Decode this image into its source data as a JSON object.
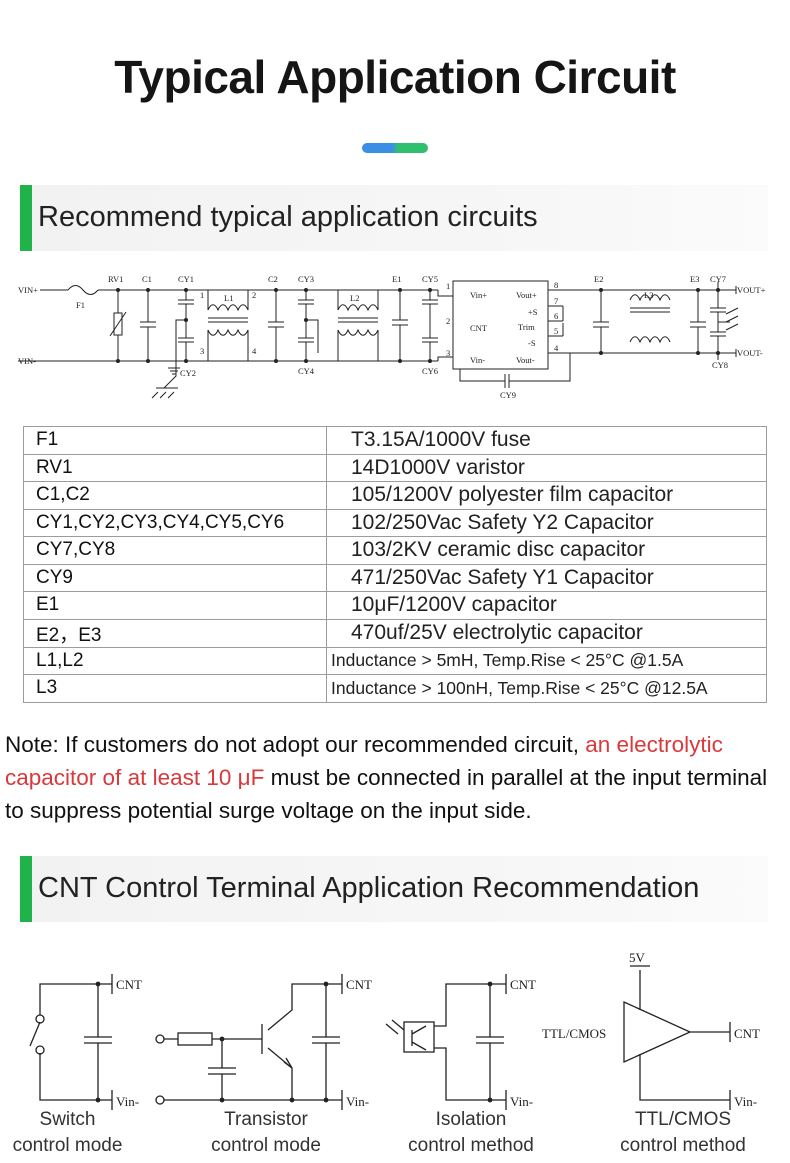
{
  "title": "Typical Application Circuit",
  "section1": {
    "heading": "Recommend typical application circuits"
  },
  "circuit": {
    "labels": {
      "vin_plus": "VIN+",
      "vin_minus": "VIN-",
      "f1": "F1",
      "rv1": "RV1",
      "c1": "C1",
      "c2": "C2",
      "cy1": "CY1",
      "cy2": "CY2",
      "cy3": "CY3",
      "cy4": "CY4",
      "cy5": "CY5",
      "cy6": "CY6",
      "cy7": "CY7",
      "cy8": "CY8",
      "cy9": "CY9",
      "e1": "E1",
      "e2": "E2",
      "e3": "E3",
      "l1": "L1",
      "l2": "L2",
      "l3": "L3",
      "pin_vin_plus": "Vin+",
      "pin_cnt": "CNT",
      "pin_vin_minus": "Vin-",
      "pin_vout_plus": "Vout+",
      "pin_s_plus": "+S",
      "pin_trim": "Trim",
      "pin_s_minus": "-S",
      "pin_vout_minus": "Vout-",
      "vout_plus": "VOUT+",
      "vout_minus": "VOUT-",
      "n1": "1",
      "n2": "2",
      "n3": "3",
      "n4": "4",
      "n5": "5",
      "n6": "6",
      "n7": "7",
      "n8": "8",
      "l1_p1": "1",
      "l1_p2": "2",
      "l1_p3": "3",
      "l1_p4": "4"
    }
  },
  "bom": [
    {
      "ref": "F1",
      "desc": "T3.15A/1000V fuse"
    },
    {
      "ref": "RV1",
      "desc": "14D1000V varistor"
    },
    {
      "ref": "C1,C2",
      "desc": "105/1200V polyester film capacitor"
    },
    {
      "ref": "CY1,CY2,CY3,CY4,CY5,CY6",
      "desc": "102/250Vac Safety Y2 Capacitor"
    },
    {
      "ref": "CY7,CY8",
      "desc": "103/2KV ceramic disc capacitor"
    },
    {
      "ref": "CY9",
      "desc": "471/250Vac Safety Y1 Capacitor"
    },
    {
      "ref": "E1",
      "desc": "10μF/1200V capacitor"
    },
    {
      "ref": "E2，E3",
      "desc": "470uf/25V electrolytic capacitor"
    },
    {
      "ref": "L1,L2",
      "desc": "Inductance > 5mH, Temp.Rise < 25°C @1.5A"
    },
    {
      "ref": "L3",
      "desc": "Inductance > 100nH, Temp.Rise < 25°C @12.5A"
    }
  ],
  "note": {
    "prefix": "Note: If customers do not adopt our recommended circuit, ",
    "highlight": "an electrolytic capacitor of at least 10 μF",
    "suffix": " must be connected in parallel at the input terminal to suppress potential surge voltage on the input side.",
    "highlight_color": "#d9393b"
  },
  "section2": {
    "heading": "CNT Control Terminal Application Recommendation"
  },
  "cnt": {
    "cnt": "CNT",
    "vin_minus": "Vin-",
    "v5": "5V",
    "ttl": "TTL/CMOS",
    "captions": [
      {
        "line1": "Switch",
        "line2": "control mode"
      },
      {
        "line1": "Transistor",
        "line2": "control mode"
      },
      {
        "line1": "Isolation",
        "line2": "control method"
      },
      {
        "line1": "TTL/CMOS",
        "line2": "control method"
      }
    ]
  },
  "colors": {
    "accent_green": "#1fb34a",
    "accent_blue": "#3a8ee6",
    "note_red": "#d9393b"
  }
}
